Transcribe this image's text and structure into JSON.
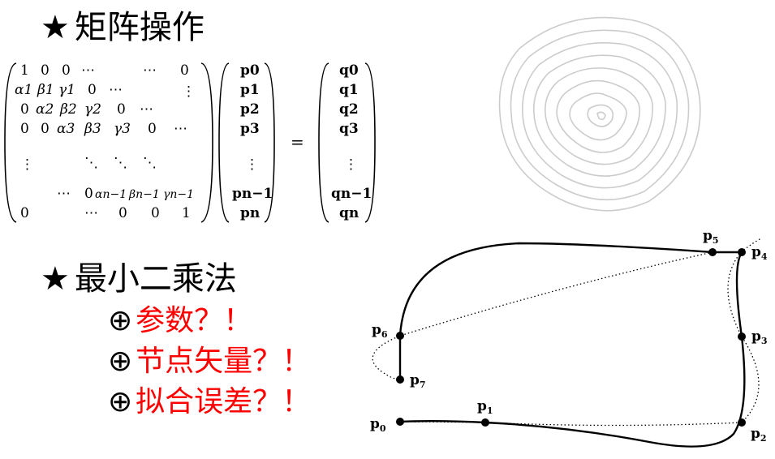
{
  "section1": {
    "star": "★",
    "title": "矩阵操作"
  },
  "section2": {
    "star": "★",
    "title": "最小二乘法"
  },
  "bullets": [
    {
      "symbol": "⊕",
      "text": "参数？！"
    },
    {
      "symbol": "⊕",
      "text": "节点矢量？！"
    },
    {
      "symbol": "⊕",
      "text": "拟合误差？！"
    }
  ],
  "equation": {
    "equals": "=",
    "rows": [
      [
        "1",
        "0",
        "0",
        "⋯",
        "⋯",
        "0"
      ],
      [
        "α1",
        "β1",
        "γ1",
        "0",
        "⋯",
        "⋮"
      ],
      [
        "0",
        "α2",
        "β2",
        "γ2",
        "0",
        "⋯"
      ],
      [
        "0",
        "0",
        "α3",
        "β3",
        "γ3",
        "0",
        "⋯"
      ],
      [
        "⋮",
        "⋱",
        "⋱",
        "⋱"
      ],
      [
        "⋯",
        "0",
        "αn−1",
        "βn−1",
        "γn−1"
      ],
      [
        "0",
        "⋯",
        "0",
        "0",
        "1"
      ]
    ],
    "p_vector": [
      "p0",
      "p1",
      "p2",
      "p3",
      "⋮",
      "pn−1",
      "pn"
    ],
    "q_vector": [
      "q0",
      "q1",
      "q2",
      "q3",
      "⋮",
      "qn−1",
      "qn"
    ]
  },
  "curve_points": [
    {
      "label": "p",
      "sub": "0"
    },
    {
      "label": "p",
      "sub": "1"
    },
    {
      "label": "p",
      "sub": "2"
    },
    {
      "label": "p",
      "sub": "3"
    },
    {
      "label": "p",
      "sub": "4"
    },
    {
      "label": "p",
      "sub": "5"
    },
    {
      "label": "p",
      "sub": "6"
    },
    {
      "label": "p",
      "sub": "7"
    }
  ],
  "colors": {
    "accent": "#ff0000",
    "ring": "#cccccc",
    "curve": "#000000"
  }
}
